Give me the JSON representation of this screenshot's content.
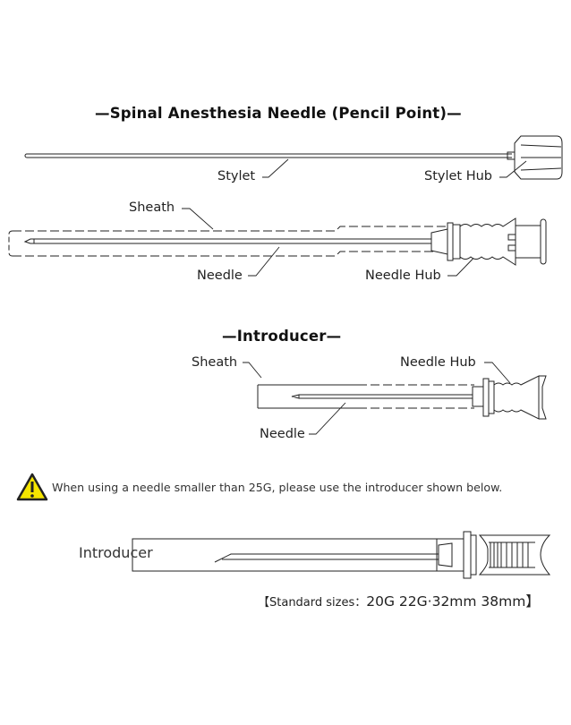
{
  "spinal": {
    "title": "—Spinal Anesthesia Needle (Pencil Point)—",
    "labels": {
      "stylet": "Stylet",
      "stylet_hub": "Stylet Hub",
      "sheath": "Sheath",
      "needle": "Needle",
      "needle_hub": "Needle Hub"
    }
  },
  "introducer_section": {
    "title": "—Introducer—",
    "labels": {
      "sheath": "Sheath",
      "needle_hub": "Needle Hub",
      "needle": "Needle"
    }
  },
  "warning": {
    "icon": "warning-triangle-icon",
    "text": "When using a needle smaller than 25G, please use the introducer shown below.",
    "color": "#f5e500"
  },
  "introducer_product": {
    "label": "Introducer",
    "sizes_prefix": "【Standard sizes：",
    "sizes_value": "20G 22G·32mm 38mm】"
  }
}
